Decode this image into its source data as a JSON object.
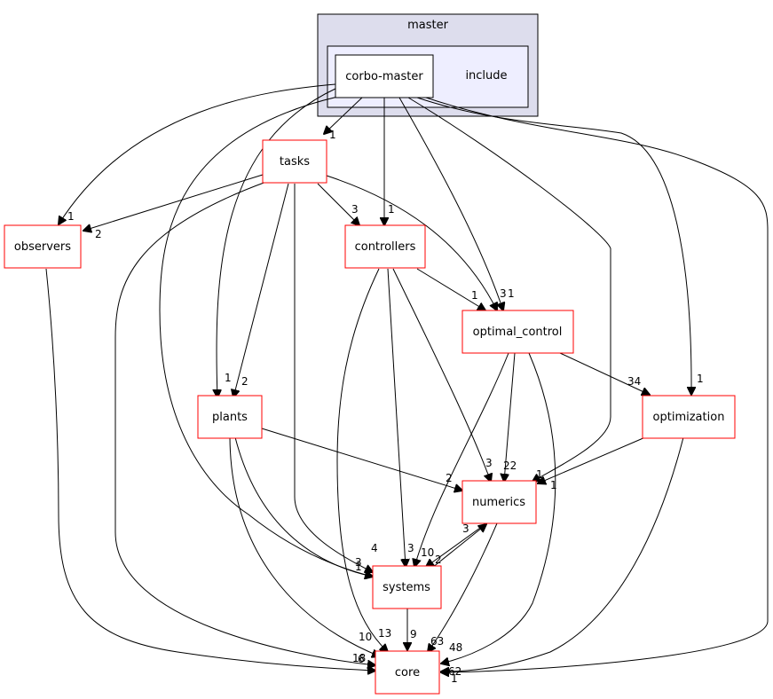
{
  "cluster": {
    "outer_label": "master",
    "include_label": "include",
    "colors": {
      "outer_fill": "#dddded",
      "inner_fill": "#eeeeff",
      "border": "#000000"
    }
  },
  "nodes": {
    "corbo_master": "corbo-master",
    "tasks": "tasks",
    "observers": "observers",
    "controllers": "controllers",
    "optimal_control": "optimal_control",
    "plants": "plants",
    "optimization": "optimization",
    "numerics": "numerics",
    "systems": "systems",
    "core": "core"
  },
  "node_colors": {
    "border": "#ff0000",
    "main_border": "#000000",
    "edge": "#000000"
  },
  "edge_labels": {
    "cm_tasks": "1",
    "cm_observers": "1",
    "tasks_observers": "2",
    "tasks_controllers": "3",
    "cm_controllers": "1",
    "optctrl_a": "3",
    "optctrl_b": "1",
    "ctrl_optctrl": "1",
    "plants_a": "1",
    "plants_b": "2",
    "optimization_a": "34",
    "optimization_b": "1",
    "numerics_a": "2",
    "numerics_b": "3",
    "numerics_c": "22",
    "numerics_d": "1",
    "numerics_e": "1",
    "numerics_f": "3",
    "systems_a": "4",
    "systems_b": "3",
    "systems_c": "10",
    "systems_d": "2",
    "systems_e": "3",
    "systems_f": "1",
    "core_a": "10",
    "core_b": "13",
    "core_c": "9",
    "core_d": "63",
    "core_e": "48",
    "core_f": "18",
    "core_g": "6",
    "core_h": "62",
    "core_i": "1"
  }
}
